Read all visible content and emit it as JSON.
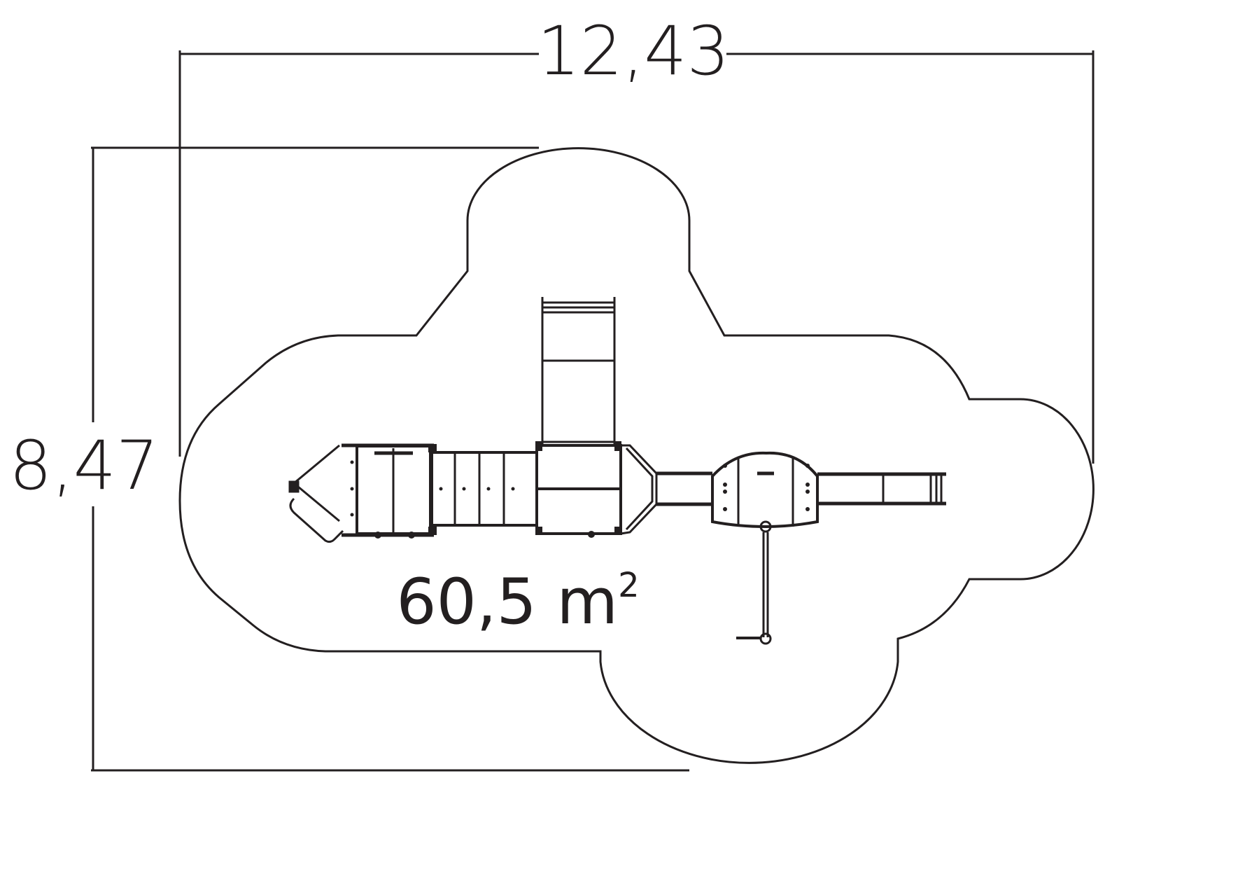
{
  "dimensions": {
    "width": "12,43",
    "depth": "8,47",
    "area": "60,5 m",
    "area_sup": "2"
  },
  "colors": {
    "line": "#231f20",
    "background": "#ffffff"
  }
}
